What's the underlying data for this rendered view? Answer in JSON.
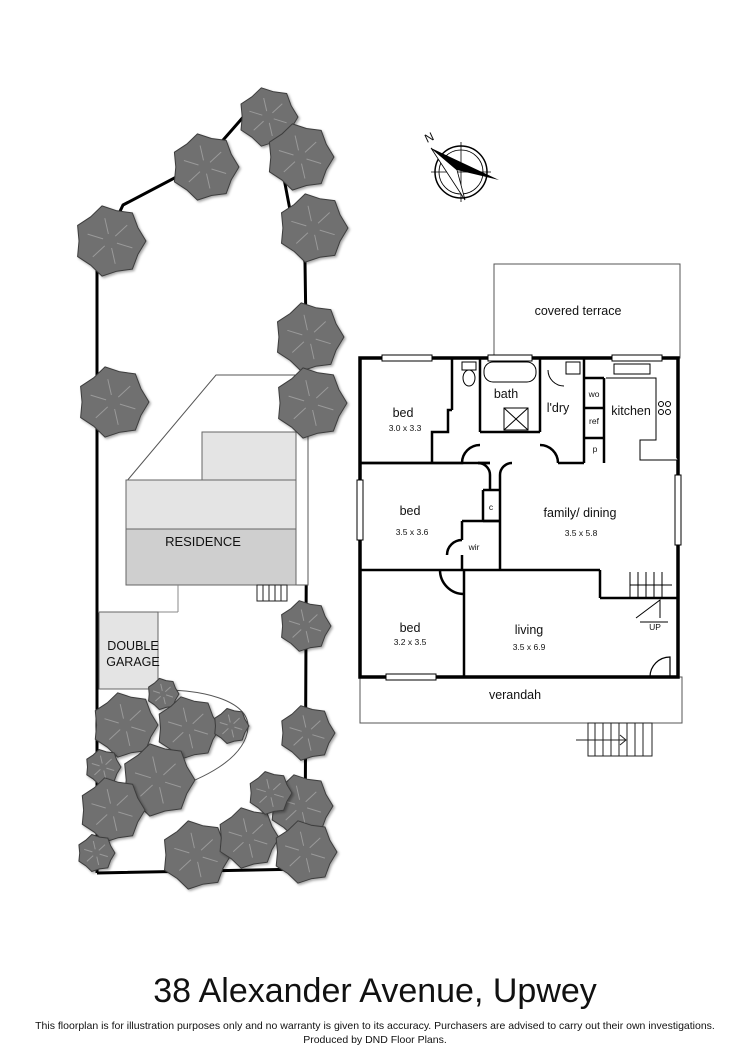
{
  "title": "38 Alexander Avenue, Upwey",
  "disclaimer": {
    "line1": "This floorplan is for illustration purposes only and no warranty is given to its accuracy. Purchasers are advised to carry out their own investigations.",
    "line2": "Produced by DND Floor Plans."
  },
  "site": {
    "residence_label": "RESIDENCE",
    "garage_label_1": "DOUBLE",
    "garage_label_2": "GARAGE"
  },
  "compass": {
    "label": "N"
  },
  "rooms": {
    "covered_terrace": "covered terrace",
    "bed1": {
      "name": "bed",
      "size": "3.0 x 3.3"
    },
    "bath": "bath",
    "laundry": "l'dry",
    "kitchen": "kitchen",
    "wo": "wo",
    "ref": "ref",
    "pantry": "p",
    "bed2": {
      "name": "bed",
      "size": "3.5 x 3.6"
    },
    "closet": "c",
    "wir": "wir",
    "family": {
      "name": "family/ dining",
      "size": "3.5 x 5.8"
    },
    "bed3": {
      "name": "bed",
      "size": "3.2 x 3.5"
    },
    "living": {
      "name": "living",
      "size": "3.5 x 6.9"
    },
    "up": "UP",
    "verandah": "verandah"
  },
  "colors": {
    "tree_fill": "#6f6f6f",
    "roof_light": "#e2e2e2",
    "roof_mid": "#d0d0d0",
    "roof_dark": "#bdbdbd",
    "wall": "#000000"
  }
}
